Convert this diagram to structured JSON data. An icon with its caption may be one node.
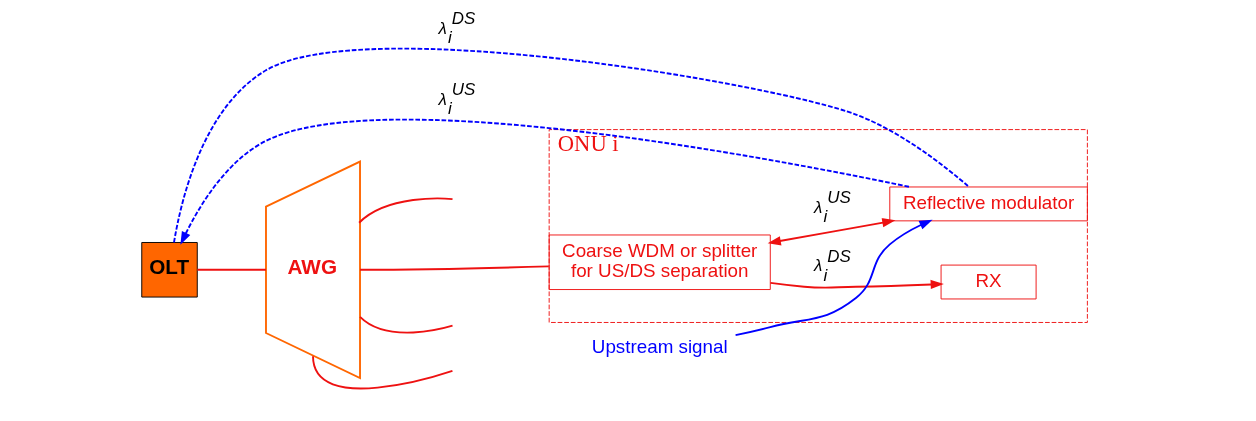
{
  "diagram": {
    "nodes": [
      {
        "text": [
          "ONU i"
        ]
      },
      {
        "text": [
          "Coarse WDM or splitter for US/DS separation"
        ],
        "in": 0
      },
      {
        "text": [
          "RX"
        ],
        "in": 0
      },
      {
        "text": [
          "Reflective modulator"
        ],
        "in": 0
      },
      {
        "text": [
          "OLT"
        ]
      },
      {
        "text": [
          "AWG"
        ]
      },
      {
        "text": [
          "Upstream signal"
        ]
      }
    ],
    "edges": [
      {
        "from": 4,
        "to": 5,
        "arrow": "none"
      },
      {
        "from": 5,
        "to": null,
        "arrow": "none"
      },
      {
        "from": 5,
        "to": 1,
        "arrow": "none"
      },
      {
        "from": 5,
        "to": null,
        "arrow": "none"
      },
      {
        "from": 5,
        "to": null,
        "arrow": "none"
      },
      {
        "from": 1,
        "to": 2,
        "arrow": "to",
        "label": "λ⃗$_{i}$$^{DS}$"
      },
      {
        "from": 1,
        "to": 3,
        "arrow": "both",
        "label": "λ⃖$_{i}$$^{US}$"
      },
      {
        "from": 6,
        "to": 3,
        "arrow": "to",
        "color": "#0000ff"
      },
      {
        "from": 4,
        "to": 3,
        "arrow": "none",
        "style": "dashed",
        "color": "#0000ff",
        "label": "λ⃗$_{i}$$^{DS}$"
      },
      {
        "from": 3,
        "to": 4,
        "arrow": "to",
        "style": "dashed",
        "color": "#0000ff",
        "label": "λ⃖$_{i}$$^{US}$"
      }
    ]
  }
}
